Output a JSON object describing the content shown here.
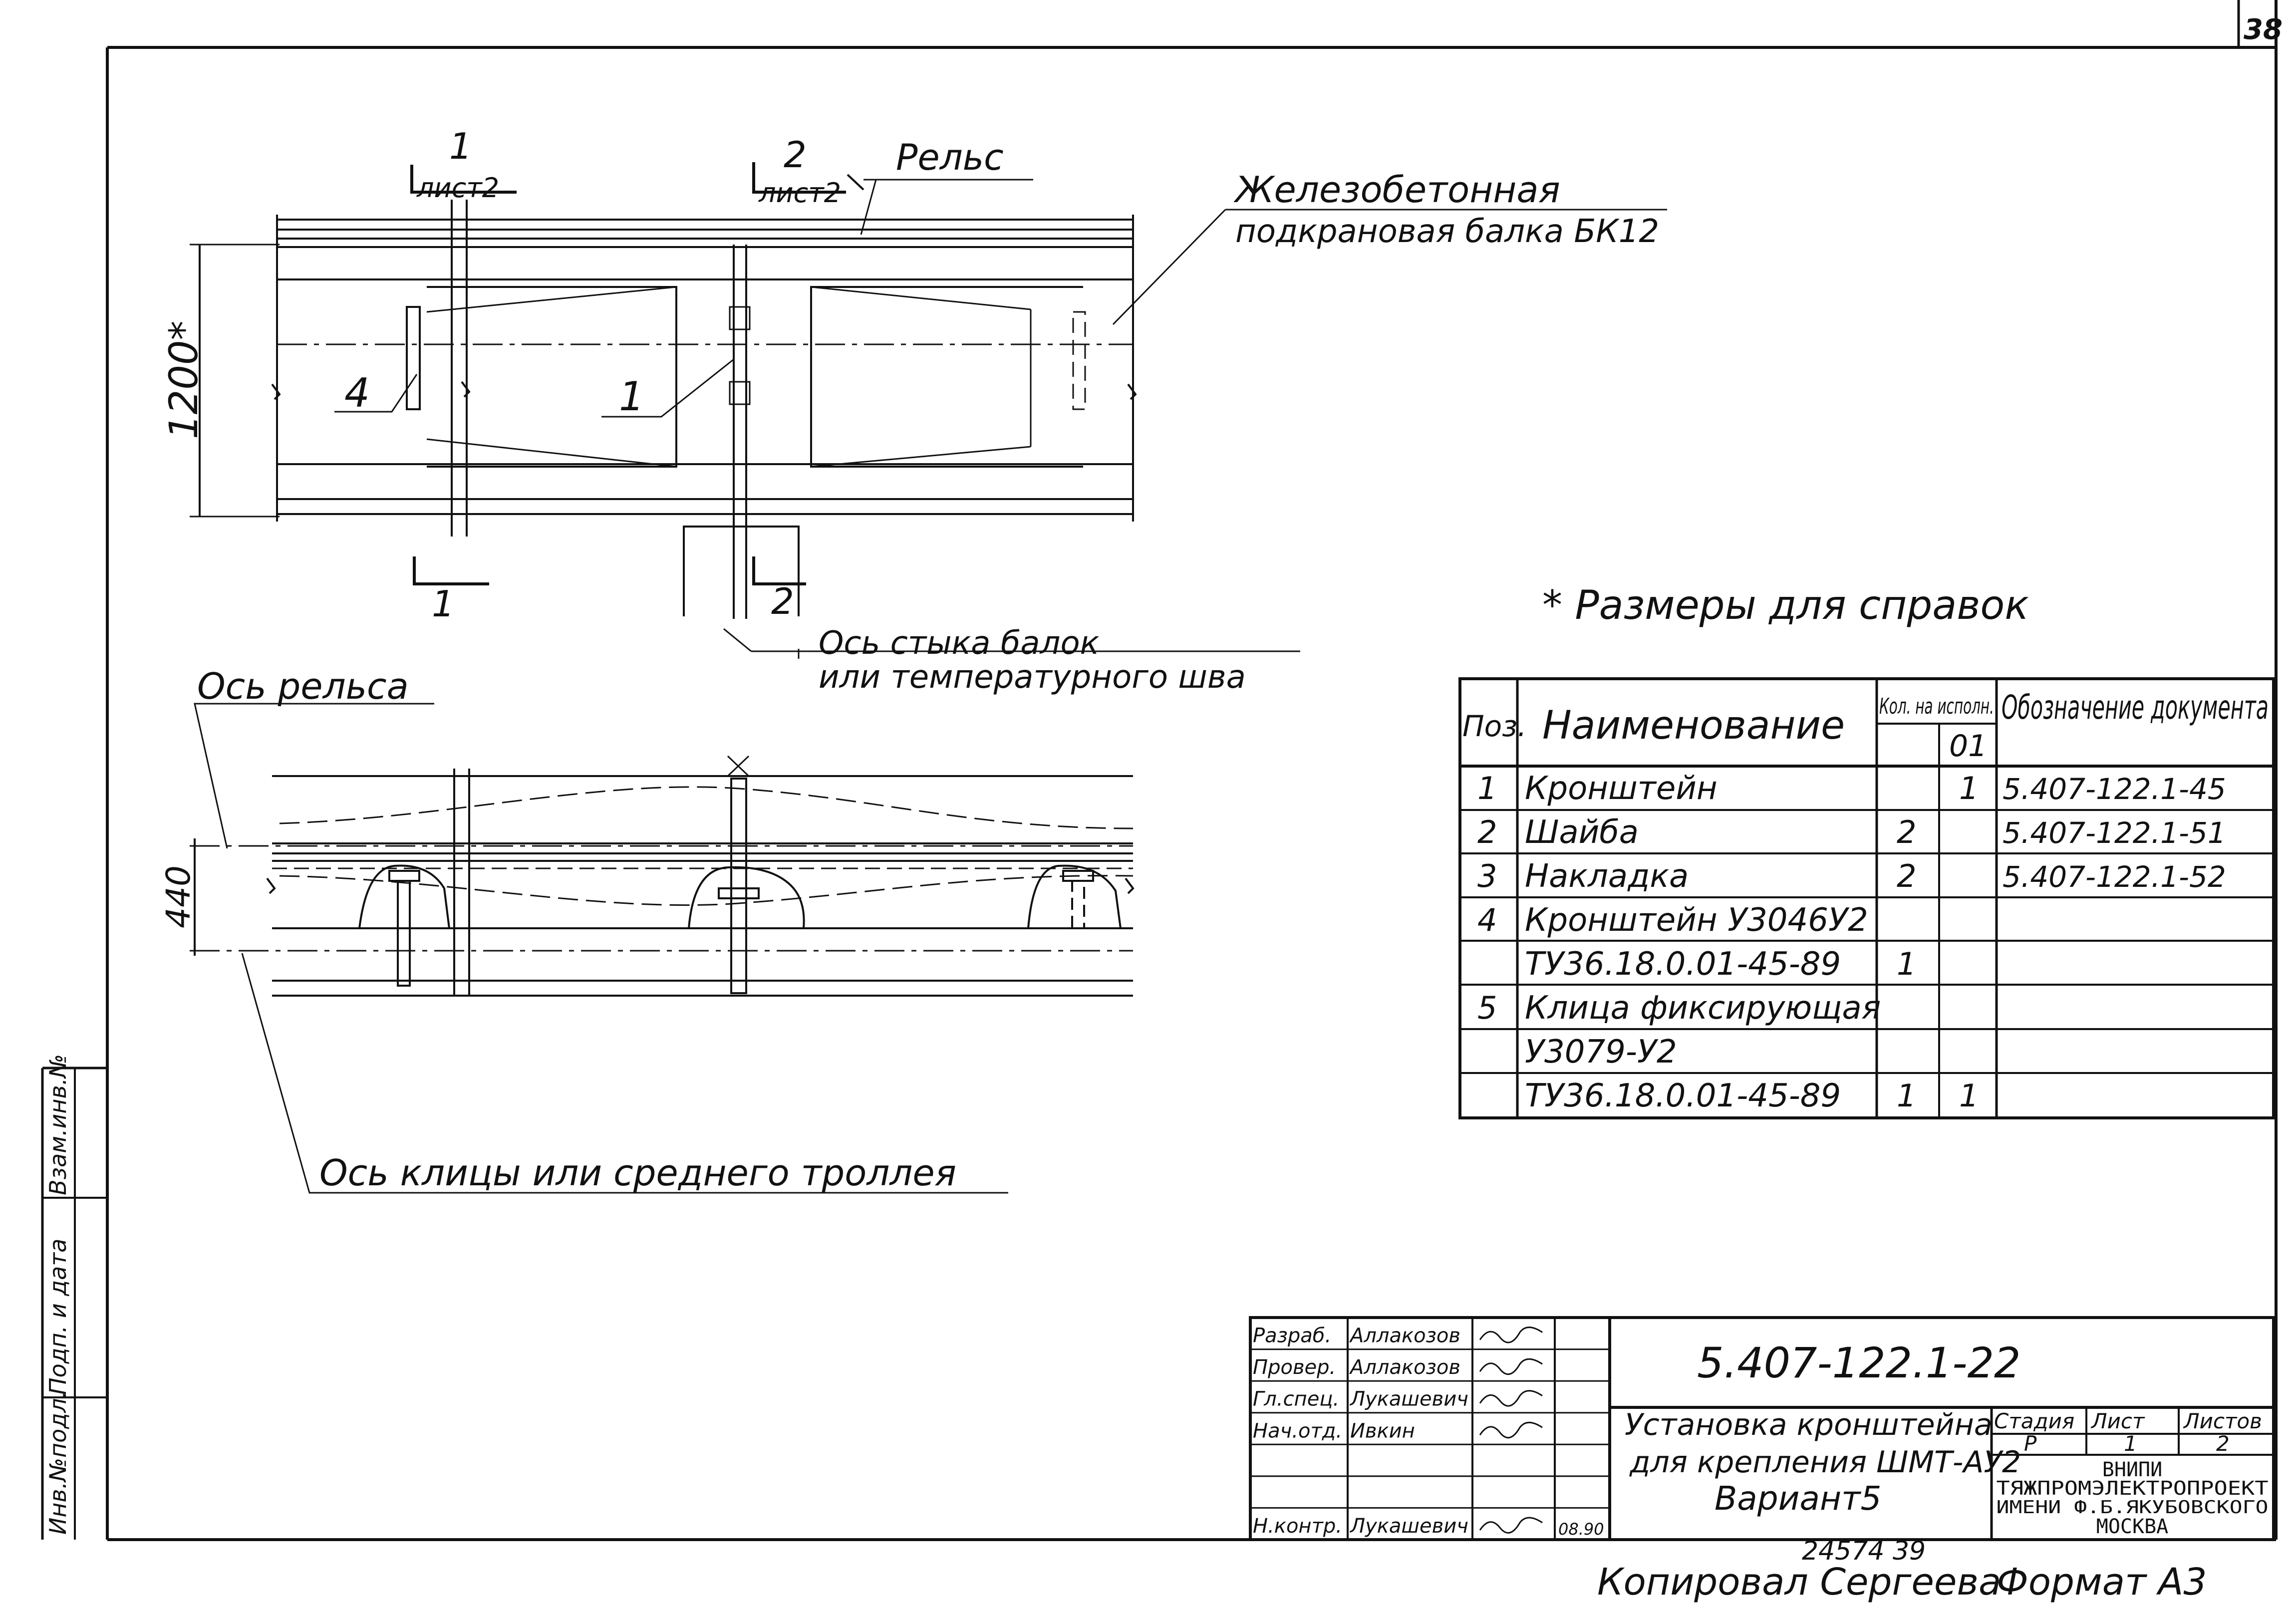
{
  "sheet_number": "38",
  "top_view": {
    "rail_label": "Рельс",
    "beam_label_line1": "Железобетонная",
    "beam_label_line2": "подкрановая балка БК12",
    "section1_num": "1",
    "section1_sheet": "лист2",
    "section1_bottom": "1",
    "section2_num": "2",
    "section2_sheet": "лист2",
    "section2_bottom": "2",
    "dim_height": "1200*",
    "callout_4": "4",
    "callout_1": "1",
    "joint_axis_line1": "Ось стыка балок",
    "joint_axis_line2": "или температурного шва"
  },
  "side_view": {
    "rail_axis": "Ось рельса",
    "dim_440": "440",
    "clamp_axis": "Ось клицы или среднего троллея"
  },
  "note": "* Размеры для справок",
  "spec_table": {
    "headers": {
      "pos": "Поз.",
      "name": "Наименование",
      "qty": "Кол. на исполн.",
      "qty_sub": "01",
      "doc": "Обозначение документа"
    },
    "rows": [
      {
        "pos": "1",
        "name": "Кронштейн",
        "q1": "",
        "q2": "1",
        "doc": "5.407-122.1-45"
      },
      {
        "pos": "2",
        "name": "Шайба",
        "q1": "2",
        "q2": "",
        "doc": "5.407-122.1-51"
      },
      {
        "pos": "3",
        "name": "Накладка",
        "q1": "2",
        "q2": "",
        "doc": "5.407-122.1-52"
      },
      {
        "pos": "4",
        "name": "Кронштейн У3046У2",
        "q1": "",
        "q2": "",
        "doc": ""
      },
      {
        "pos": "",
        "name": "ТУ36.18.0.01-45-89",
        "q1": "1",
        "q2": "",
        "doc": ""
      },
      {
        "pos": "5",
        "name": "Клица фиксирующая",
        "q1": "",
        "q2": "",
        "doc": ""
      },
      {
        "pos": "",
        "name": "У3079-У2",
        "q1": "",
        "q2": "",
        "doc": ""
      },
      {
        "pos": "",
        "name": "ТУ36.18.0.01-45-89",
        "q1": "1",
        "q2": "1",
        "doc": ""
      }
    ]
  },
  "title_block": {
    "doc_code": "5.407-122.1-22",
    "title_line1": "Установка кронштейна",
    "title_line2": "для крепления ШМТ-АУ2",
    "title_line3": "Вариант5",
    "stage_h": "Стадия",
    "sheet_h": "Лист",
    "sheets_h": "Листов",
    "stage": "Р",
    "sheet": "1",
    "sheets": "2",
    "org_line1": "ВНИПИ",
    "org_line2": "ТЯЖПРОМЭЛЕКТРОПРОЕКТ",
    "org_line3": "ИМЕНИ Ф.Б.ЯКУБОВСКОГО",
    "org_line4": "МОСКВА",
    "roles": [
      {
        "role": "Разраб.",
        "name": "Аллакозов"
      },
      {
        "role": "Провер.",
        "name": "Аллакозов"
      },
      {
        "role": "Гл.спец.",
        "name": "Лукашевич"
      },
      {
        "role": "Нач.отд.",
        "name": "Ивкин"
      },
      {
        "role": "",
        "name": ""
      },
      {
        "role": "",
        "name": ""
      },
      {
        "role": "Н.контр.",
        "name": "Лукашевич"
      }
    ],
    "date": "08.90"
  },
  "side_stamp": {
    "inv_orig": "Инв.№подл.",
    "sign_date": "Подп. и дата",
    "replace_inv": "Взам.инв.№"
  },
  "footer": {
    "number": "24574 39",
    "copied": "Копировал Сергеева",
    "format": "Формат А3"
  }
}
